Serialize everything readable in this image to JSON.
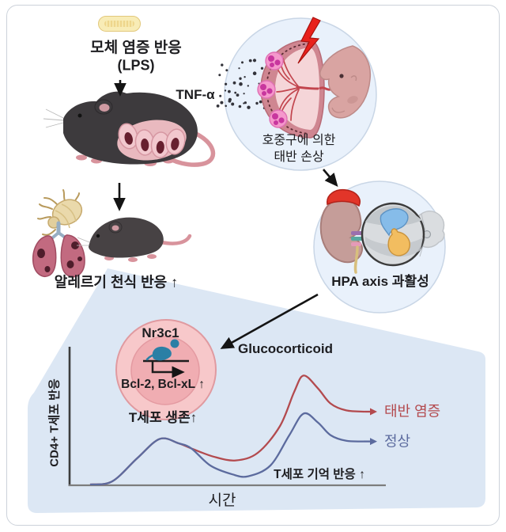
{
  "maternal": {
    "title_line1": "모체 염증 반응",
    "title_line2": "(LPS)",
    "tnf_label": "TNF-α"
  },
  "placenta_circle": {
    "caption_line1": "호중구에 의한",
    "caption_line2": "태반 손상"
  },
  "hpa_circle": {
    "caption": "HPA axis 과활성"
  },
  "offspring": {
    "outcome_label": "알레르기 천식 반응 ↑"
  },
  "mechanism": {
    "glucocorticoid_label": "Glucocorticoid",
    "gene_label": "Nr3c1",
    "targets_label": "Bcl-2, Bcl-xL ↑",
    "survival_label": "T세포 생존↑"
  },
  "chart_data": {
    "type": "line",
    "title": "",
    "xlabel": "시간",
    "ylabel": "CD4+ T세포 반응",
    "annotation": "T세포 기억 반응 ↑",
    "x_range": [
      0,
      10
    ],
    "y_range": [
      0,
      10
    ],
    "grid": false,
    "legend_position": "right of curve end arrows",
    "series": [
      {
        "name": "태반 염증",
        "color": "#b34a4e",
        "points": [
          [
            0.6,
            0
          ],
          [
            1.3,
            0.25
          ],
          [
            2.1,
            2.1
          ],
          [
            2.8,
            3.6
          ],
          [
            3.4,
            3.25
          ],
          [
            3.8,
            2.85
          ],
          [
            4.5,
            2.2
          ],
          [
            5.2,
            1.9
          ],
          [
            5.9,
            2.5
          ],
          [
            6.6,
            4.6
          ],
          [
            7.05,
            7.3
          ],
          [
            7.35,
            8.6
          ],
          [
            7.8,
            7.6
          ],
          [
            8.2,
            6.4
          ],
          [
            8.7,
            5.85
          ],
          [
            9.3,
            5.75
          ]
        ]
      },
      {
        "name": "정상",
        "color": "#5c6b9e",
        "points": [
          [
            0.6,
            0
          ],
          [
            1.3,
            0.25
          ],
          [
            2.1,
            2.1
          ],
          [
            2.8,
            3.6
          ],
          [
            3.4,
            3.25
          ],
          [
            3.8,
            2.85
          ],
          [
            4.4,
            1.5
          ],
          [
            5.1,
            0.8
          ],
          [
            5.6,
            0.65
          ],
          [
            6.3,
            1.5
          ],
          [
            6.9,
            3.9
          ],
          [
            7.35,
            5.6
          ],
          [
            7.8,
            4.9
          ],
          [
            8.2,
            3.9
          ],
          [
            8.7,
            3.45
          ],
          [
            9.25,
            3.4
          ]
        ]
      }
    ]
  },
  "colors": {
    "circle_fill": "#e9f1fb",
    "beam_fill": "#dce7f4",
    "cell_fill": "#f7c8ca",
    "accent_red": "#e8211c",
    "teal_receptor": "#2b7fa5"
  }
}
